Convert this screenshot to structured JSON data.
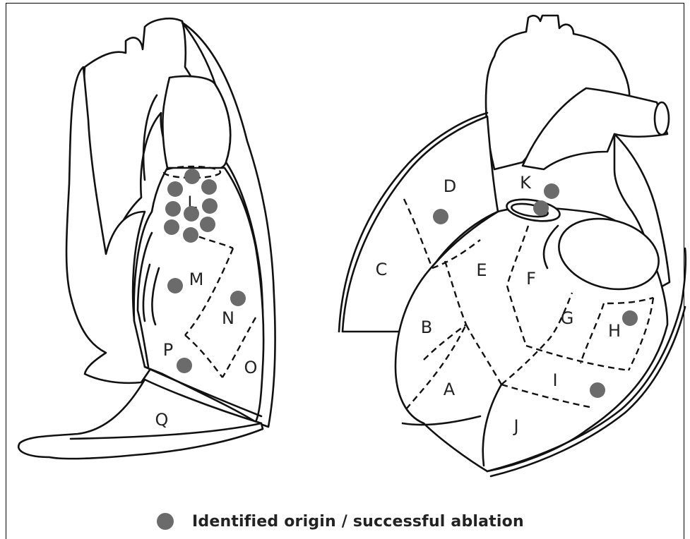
{
  "figure": {
    "right_view_segments": [
      "L",
      "M",
      "N",
      "O",
      "P",
      "Q"
    ],
    "left_view_segments": [
      "A",
      "B",
      "C",
      "D",
      "E",
      "F",
      "G",
      "H",
      "I",
      "J",
      "K"
    ]
  },
  "legend": {
    "label": "Identified origin / successful ablation",
    "marker_color": "#6b6b6b"
  },
  "colors": {
    "line": "#111111",
    "marker": "#6b6b6b",
    "background": "#ffffff"
  }
}
